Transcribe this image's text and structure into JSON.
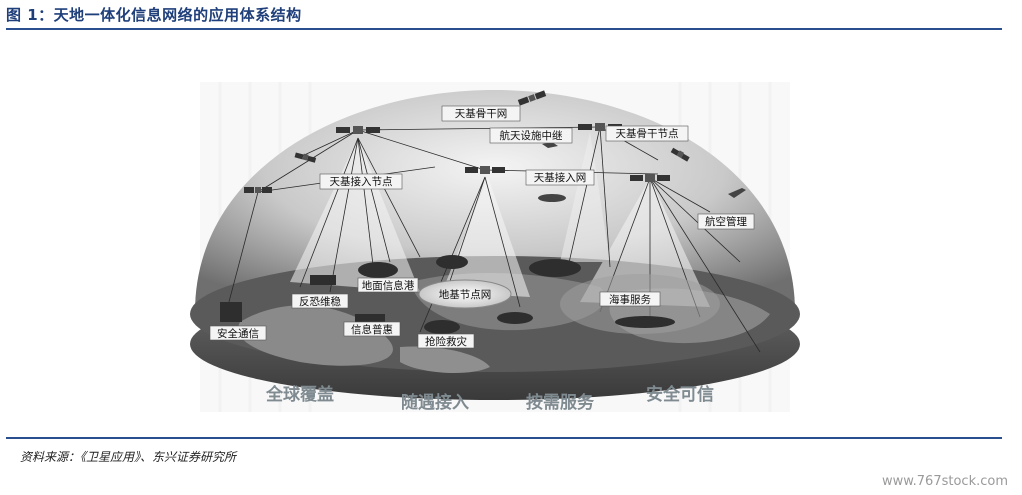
{
  "figure_title": "图 1：天地一体化信息网络的应用体系结构",
  "source": "资料来源：《卫星应用》、东兴证券研究所",
  "watermark": "www.767stock.com",
  "diagram": {
    "labels": {
      "backbone_network": "天基骨干网",
      "space_relay": "航天设施中继",
      "backbone_node": "天基骨干节点",
      "access_node": "天基接入节点",
      "access_network": "天基接入网",
      "aviation": "航空管理",
      "ground_info_port": "地面信息港",
      "situation_awareness": "反恐维稳",
      "ground_node_network": "地基节点网",
      "maritime": "海事服务",
      "info_benefit": "信息普惠",
      "secure_comm": "安全通信",
      "rescue": "抢险救灾"
    },
    "slogans": [
      "全球覆盖",
      "随遇接入",
      "按需服务",
      "安全可信"
    ]
  }
}
